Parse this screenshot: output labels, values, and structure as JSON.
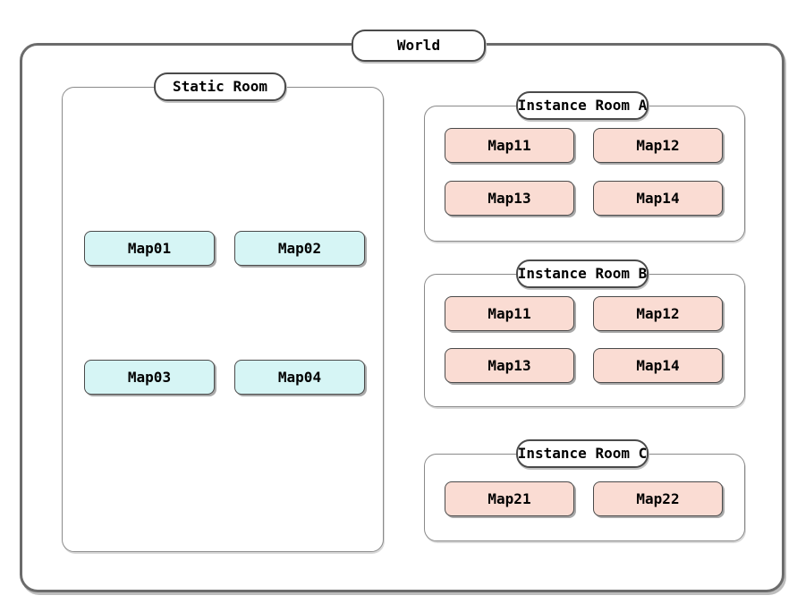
{
  "world": {
    "label": "World",
    "static_room": {
      "label": "Static Room",
      "maps": [
        {
          "label": "Map01"
        },
        {
          "label": "Map02"
        },
        {
          "label": "Map03"
        },
        {
          "label": "Map04"
        }
      ]
    },
    "instance_rooms": [
      {
        "label": "Instance Room A",
        "maps": [
          {
            "label": "Map11"
          },
          {
            "label": "Map12"
          },
          {
            "label": "Map13"
          },
          {
            "label": "Map14"
          }
        ]
      },
      {
        "label": "Instance Room B",
        "maps": [
          {
            "label": "Map11"
          },
          {
            "label": "Map12"
          },
          {
            "label": "Map13"
          },
          {
            "label": "Map14"
          }
        ]
      },
      {
        "label": "Instance Room C",
        "maps": [
          {
            "label": "Map21"
          },
          {
            "label": "Map22"
          }
        ]
      }
    ]
  },
  "colors": {
    "background": "#ffffff",
    "world_border": "#6b6b6b",
    "room_border": "#8a8a8a",
    "node_border": "#4a4a4a",
    "static_map_fill": "#d6f5f5",
    "instance_map_fill": "#fadcd3"
  }
}
